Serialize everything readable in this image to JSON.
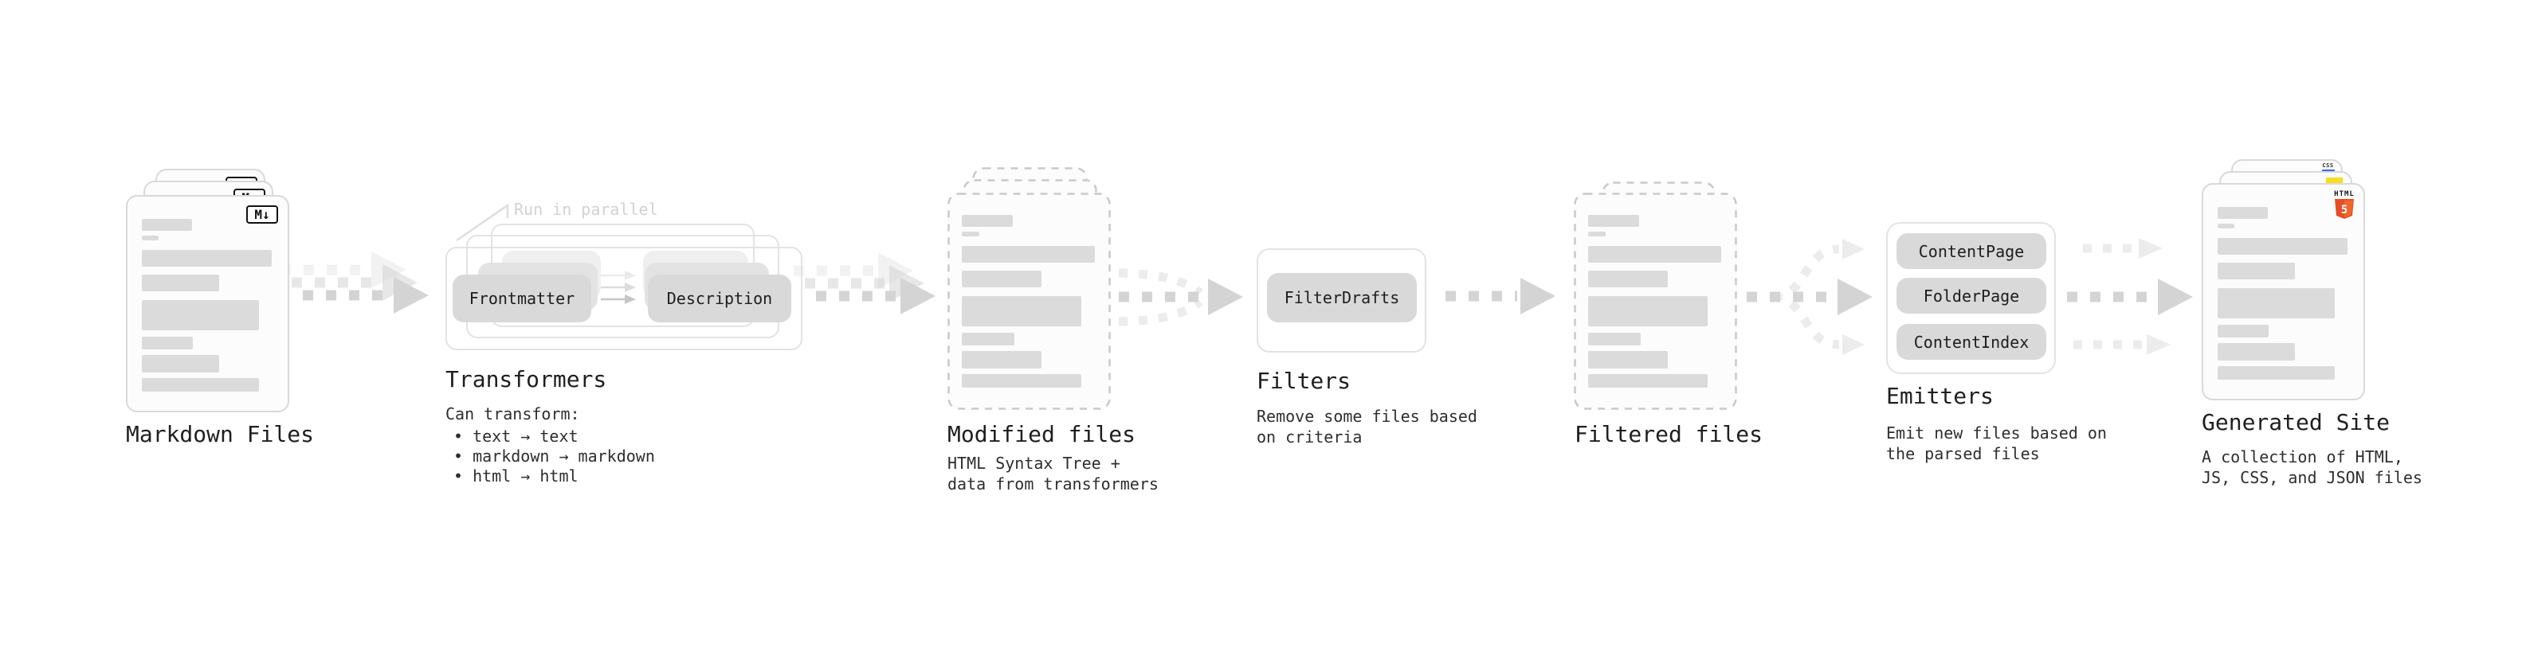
{
  "colors": {
    "html_orange": "#e44d26",
    "html_orange_light": "#f16529",
    "js_yellow": "#f7df1e",
    "css_blue": "#2f6bf2",
    "markdown_badge_border": "#111111",
    "arrow_dark": "#d4d4d4",
    "arrow_light": "#ececec",
    "skeleton": "#dbdbdb",
    "badge_bg": "#d9d9d9",
    "doc_border": "#d9d9d9",
    "dashed_border": "#c9c9c9",
    "outline_border": "#e3e3e3",
    "title_text": "#1f1f1f",
    "body_text": "#2e2e2e",
    "faded_text": "#d2d2d2",
    "mini_arrow": "#c6c6c6"
  },
  "nodes": {
    "markdown": {
      "title": "Markdown Files",
      "badge": "M↓"
    },
    "transformers": {
      "title": "Transformers",
      "note": "Run in parallel",
      "badge_left": "Frontmatter",
      "badge_right": "Description",
      "desc_heading": "Can transform:",
      "bullets": [
        "• text → text",
        "• markdown → markdown",
        "• html → html"
      ]
    },
    "modified": {
      "title": "Modified files",
      "desc": [
        "HTML Syntax Tree +",
        "data from transformers"
      ]
    },
    "filters": {
      "title": "Filters",
      "badge": "FilterDrafts",
      "desc": [
        "Remove some files based",
        "on criteria"
      ]
    },
    "filtered": {
      "title": "Filtered files"
    },
    "emitters": {
      "title": "Emitters",
      "badges": [
        "ContentPage",
        "FolderPage",
        "ContentIndex"
      ],
      "desc": [
        "Emit new files based on",
        "the parsed files"
      ]
    },
    "generated": {
      "title": "Generated Site",
      "desc": [
        "A collection of HTML,",
        "JS, CSS, and JSON files"
      ],
      "html_icon_label": "HTML",
      "html_icon_number": "5",
      "css_icon_label": "CSS"
    }
  }
}
